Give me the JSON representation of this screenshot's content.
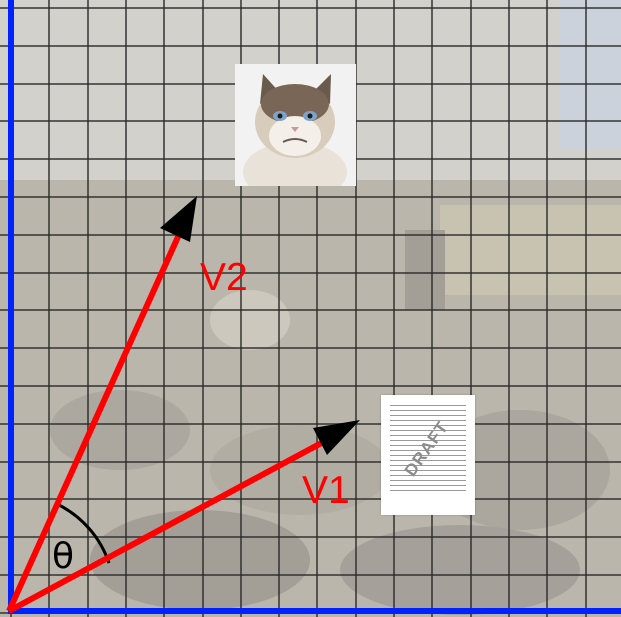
{
  "vectors": {
    "v1": {
      "label": "V1",
      "color": "#ff0000"
    },
    "v2": {
      "label": "V2",
      "color": "#ff0000"
    }
  },
  "angle": {
    "label": "θ"
  },
  "axes": {
    "color": "#0022ff"
  },
  "images": {
    "cat": "grumpy-cat-photo",
    "draft": {
      "watermark": "DRAFT"
    }
  },
  "background": "blurred-auditorium-photo"
}
